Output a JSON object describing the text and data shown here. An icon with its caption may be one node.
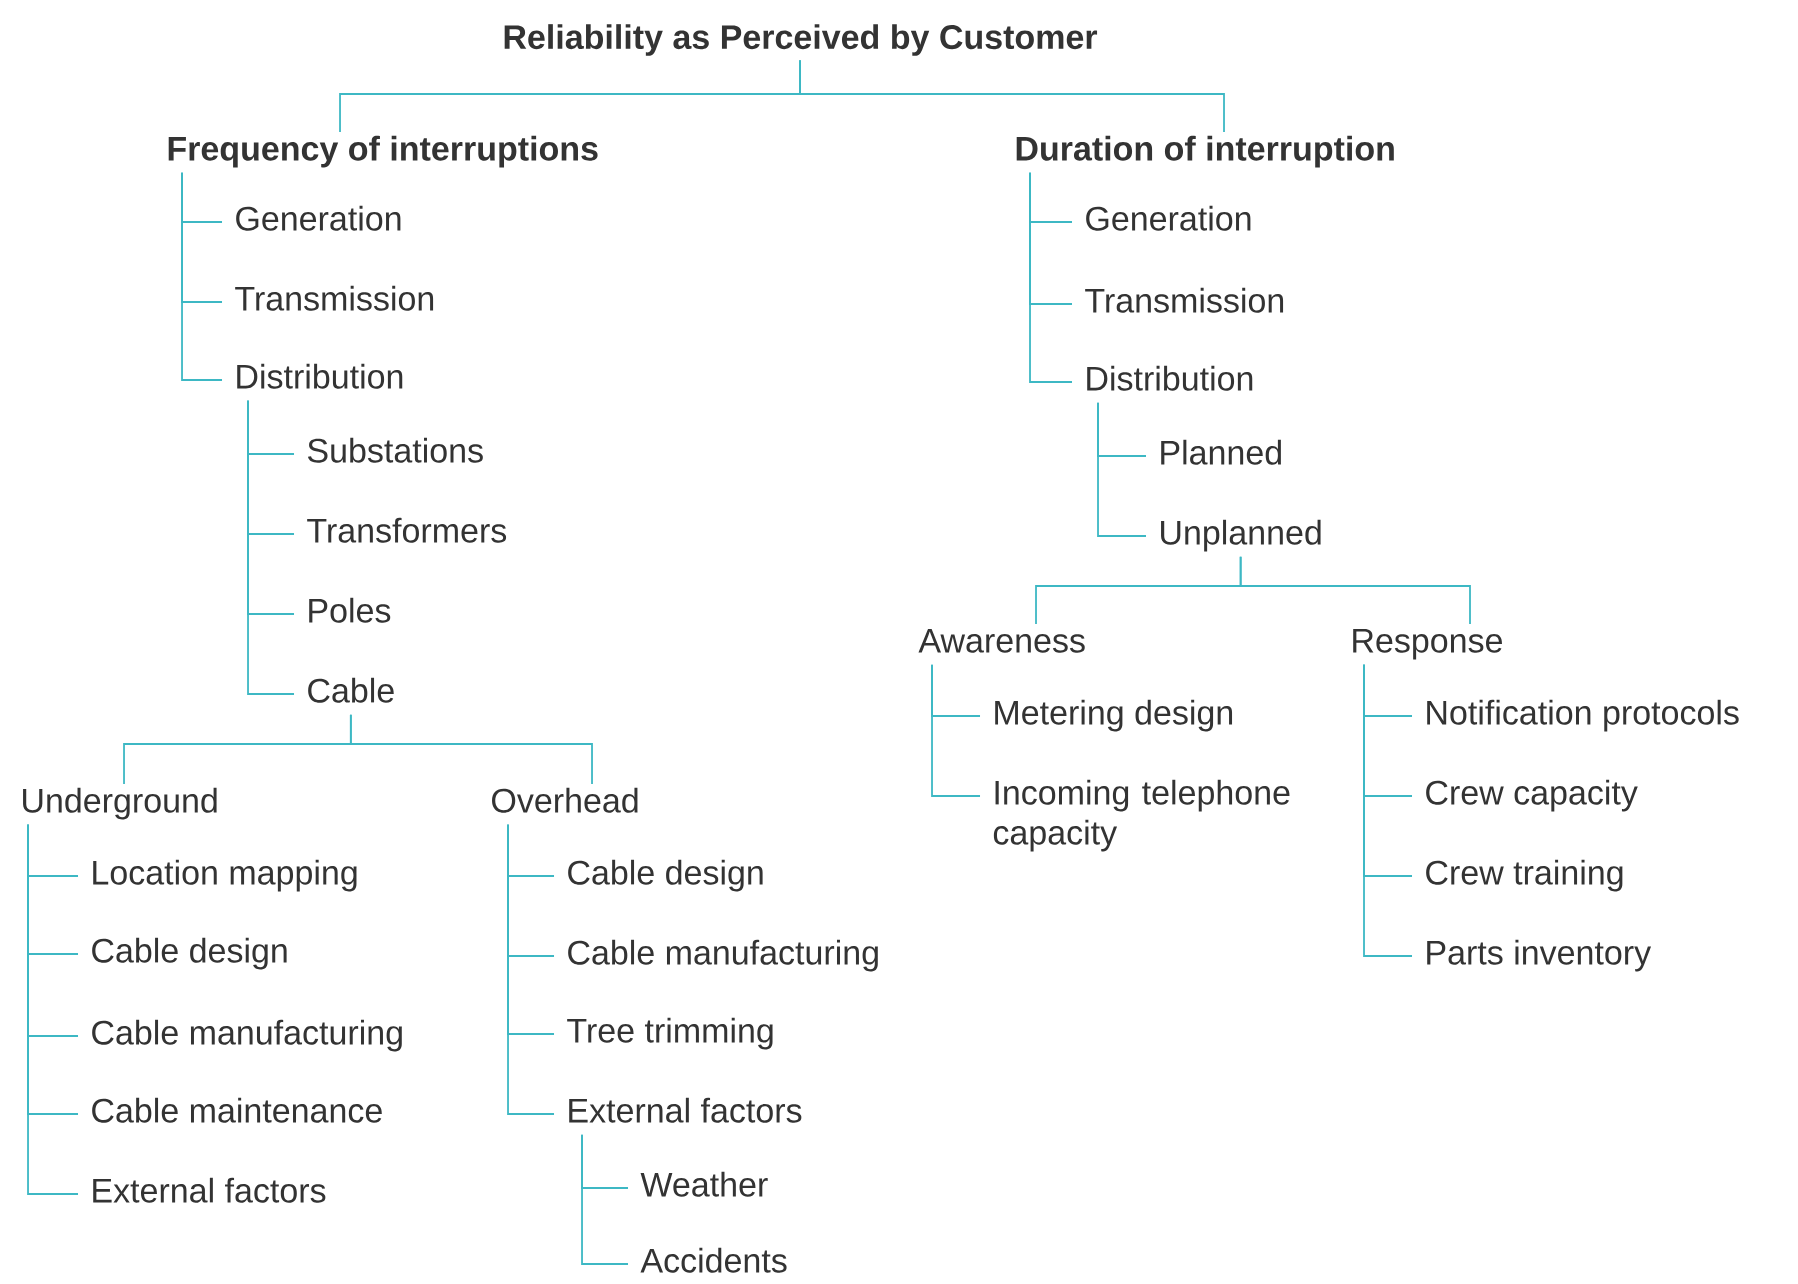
{
  "diagram": {
    "title": "Reliability as Perceived by Customer",
    "nodes": [
      {
        "text": [
          "Frequency of interruptions"
        ]
      },
      {
        "text": [
          "Generation"
        ]
      },
      {
        "text": [
          "Transmission"
        ]
      },
      {
        "text": [
          "Distribution"
        ]
      },
      {
        "text": [
          "Substations"
        ]
      },
      {
        "text": [
          "Transformers"
        ]
      },
      {
        "text": [
          "Poles"
        ]
      },
      {
        "text": [
          "Cable"
        ]
      },
      {
        "text": [
          "Underground"
        ]
      },
      {
        "text": [
          "Location mapping"
        ]
      },
      {
        "text": [
          "Cable design"
        ]
      },
      {
        "text": [
          "Cable manufacturing"
        ]
      },
      {
        "text": [
          "Cable maintenance"
        ]
      },
      {
        "text": [
          "External factors"
        ]
      },
      {
        "text": [
          "Overhead"
        ]
      },
      {
        "text": [
          "Cable design"
        ]
      },
      {
        "text": [
          "Cable manufacturing"
        ]
      },
      {
        "text": [
          "Tree trimming"
        ]
      },
      {
        "text": [
          "External factors"
        ]
      },
      {
        "text": [
          "Weather"
        ]
      },
      {
        "text": [
          "Accidents"
        ]
      },
      {
        "text": [
          "Duration of interruption"
        ]
      },
      {
        "text": [
          "Generation"
        ]
      },
      {
        "text": [
          "Transmission"
        ]
      },
      {
        "text": [
          "Distribution"
        ]
      },
      {
        "text": [
          "Planned"
        ]
      },
      {
        "text": [
          "Unplanned"
        ]
      },
      {
        "text": [
          "Awareness"
        ]
      },
      {
        "text": [
          "Metering design"
        ]
      },
      {
        "text": [
          "Incoming telephone capacity"
        ]
      },
      {
        "text": [
          "Response"
        ]
      },
      {
        "text": [
          "Notification protocols"
        ]
      },
      {
        "text": [
          "Crew capacity"
        ]
      },
      {
        "text": [
          "Crew training"
        ]
      },
      {
        "text": [
          "Parts inventory"
        ]
      }
    ],
    "edges": [
      {
        "from": null,
        "to": 0,
        "arrow": "none"
      },
      {
        "from": null,
        "to": 21,
        "arrow": "none"
      },
      {
        "from": 0,
        "to": 1,
        "arrow": "none"
      },
      {
        "from": 0,
        "to": 2,
        "arrow": "none"
      },
      {
        "from": 0,
        "to": 3,
        "arrow": "none"
      },
      {
        "from": 3,
        "to": 4,
        "arrow": "none"
      },
      {
        "from": 3,
        "to": 5,
        "arrow": "none"
      },
      {
        "from": 3,
        "to": 6,
        "arrow": "none"
      },
      {
        "from": 3,
        "to": 7,
        "arrow": "none"
      },
      {
        "from": 7,
        "to": 8,
        "arrow": "none"
      },
      {
        "from": 7,
        "to": 14,
        "arrow": "none"
      },
      {
        "from": 8,
        "to": 9,
        "arrow": "none"
      },
      {
        "from": 8,
        "to": 10,
        "arrow": "none"
      },
      {
        "from": 8,
        "to": 11,
        "arrow": "none"
      },
      {
        "from": 8,
        "to": 12,
        "arrow": "none"
      },
      {
        "from": 8,
        "to": 13,
        "arrow": "none"
      },
      {
        "from": 14,
        "to": 15,
        "arrow": "none"
      },
      {
        "from": 14,
        "to": 16,
        "arrow": "none"
      },
      {
        "from": 14,
        "to": 17,
        "arrow": "none"
      },
      {
        "from": 14,
        "to": 18,
        "arrow": "none"
      },
      {
        "from": 18,
        "to": 19,
        "arrow": "none"
      },
      {
        "from": 18,
        "to": 20,
        "arrow": "none"
      },
      {
        "from": 21,
        "to": 22,
        "arrow": "none"
      },
      {
        "from": 21,
        "to": 23,
        "arrow": "none"
      },
      {
        "from": 21,
        "to": 24,
        "arrow": "none"
      },
      {
        "from": 24,
        "to": 25,
        "arrow": "none"
      },
      {
        "from": 24,
        "to": 26,
        "arrow": "none"
      },
      {
        "from": 26,
        "to": 27,
        "arrow": "none"
      },
      {
        "from": 26,
        "to": 30,
        "arrow": "none"
      },
      {
        "from": 27,
        "to": 28,
        "arrow": "none"
      },
      {
        "from": 27,
        "to": 29,
        "arrow": "none"
      },
      {
        "from": 30,
        "to": 31,
        "arrow": "none"
      },
      {
        "from": 30,
        "to": 32,
        "arrow": "none"
      },
      {
        "from": 30,
        "to": 33,
        "arrow": "none"
      },
      {
        "from": 30,
        "to": 34,
        "arrow": "none"
      }
    ]
  }
}
